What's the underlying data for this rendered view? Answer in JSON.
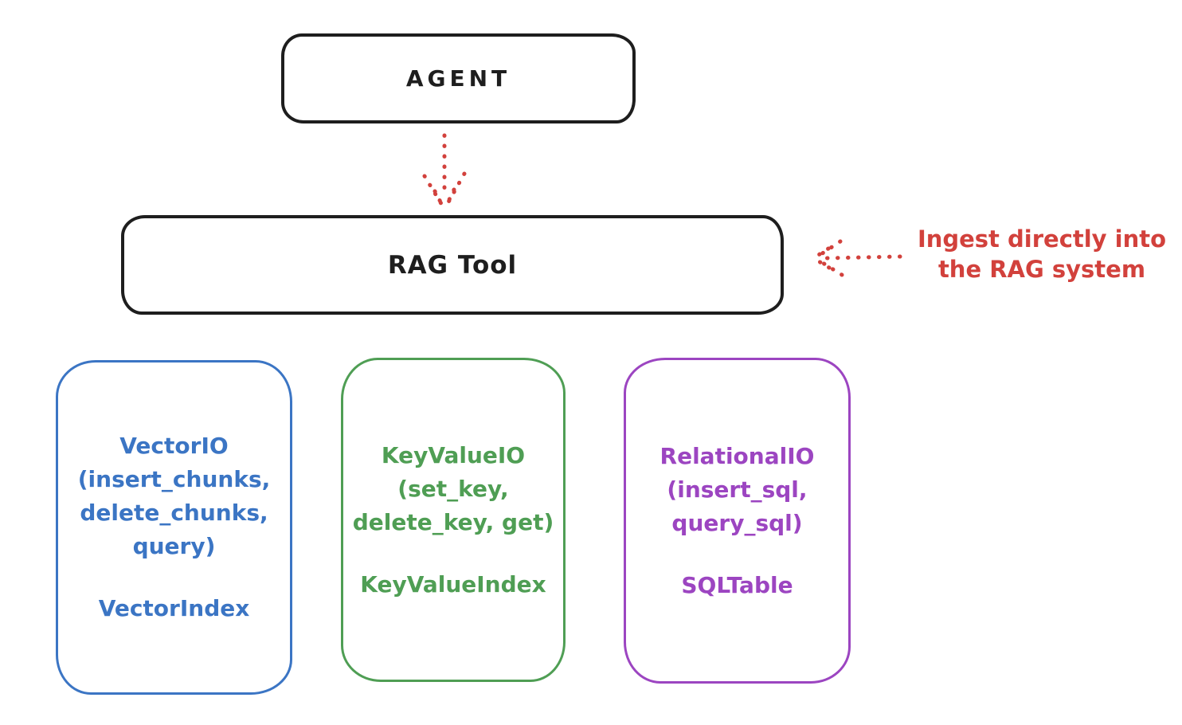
{
  "colors": {
    "background": "#ffffff",
    "ink": "#1e1e1e",
    "red": "#d2413c",
    "blue": "#3b75c4",
    "green": "#4f9e54",
    "purple": "#9c45c1"
  },
  "nodes": {
    "agent": {
      "label": "AGENT",
      "color": "#1e1e1e"
    },
    "rag_tool": {
      "label": "RAG Tool",
      "color": "#1e1e1e"
    },
    "vector_io": {
      "color": "#3b75c4",
      "lines": [
        "VectorIO",
        "(insert_chunks,",
        "delete_chunks,",
        "query)"
      ],
      "index_label": "VectorIndex"
    },
    "key_value_io": {
      "color": "#4f9e54",
      "lines": [
        "KeyValueIO",
        "(set_key,",
        "delete_key, get)"
      ],
      "index_label": "KeyValueIndex"
    },
    "relational_io": {
      "color": "#9c45c1",
      "lines": [
        "RelationalIO",
        "(insert_sql,",
        "query_sql)"
      ],
      "index_label": "SQLTable"
    }
  },
  "annotation": {
    "color": "#d2413c",
    "lines": [
      "Ingest directly into",
      "the RAG system"
    ]
  },
  "arrows": [
    {
      "name": "agent-to-rag",
      "style": "dotted",
      "color": "#d2413c",
      "from": "AGENT",
      "to": "RAG Tool"
    },
    {
      "name": "annotation-to-rag",
      "style": "dotted",
      "color": "#d2413c",
      "from": "Ingest annotation",
      "to": "RAG Tool"
    }
  ]
}
